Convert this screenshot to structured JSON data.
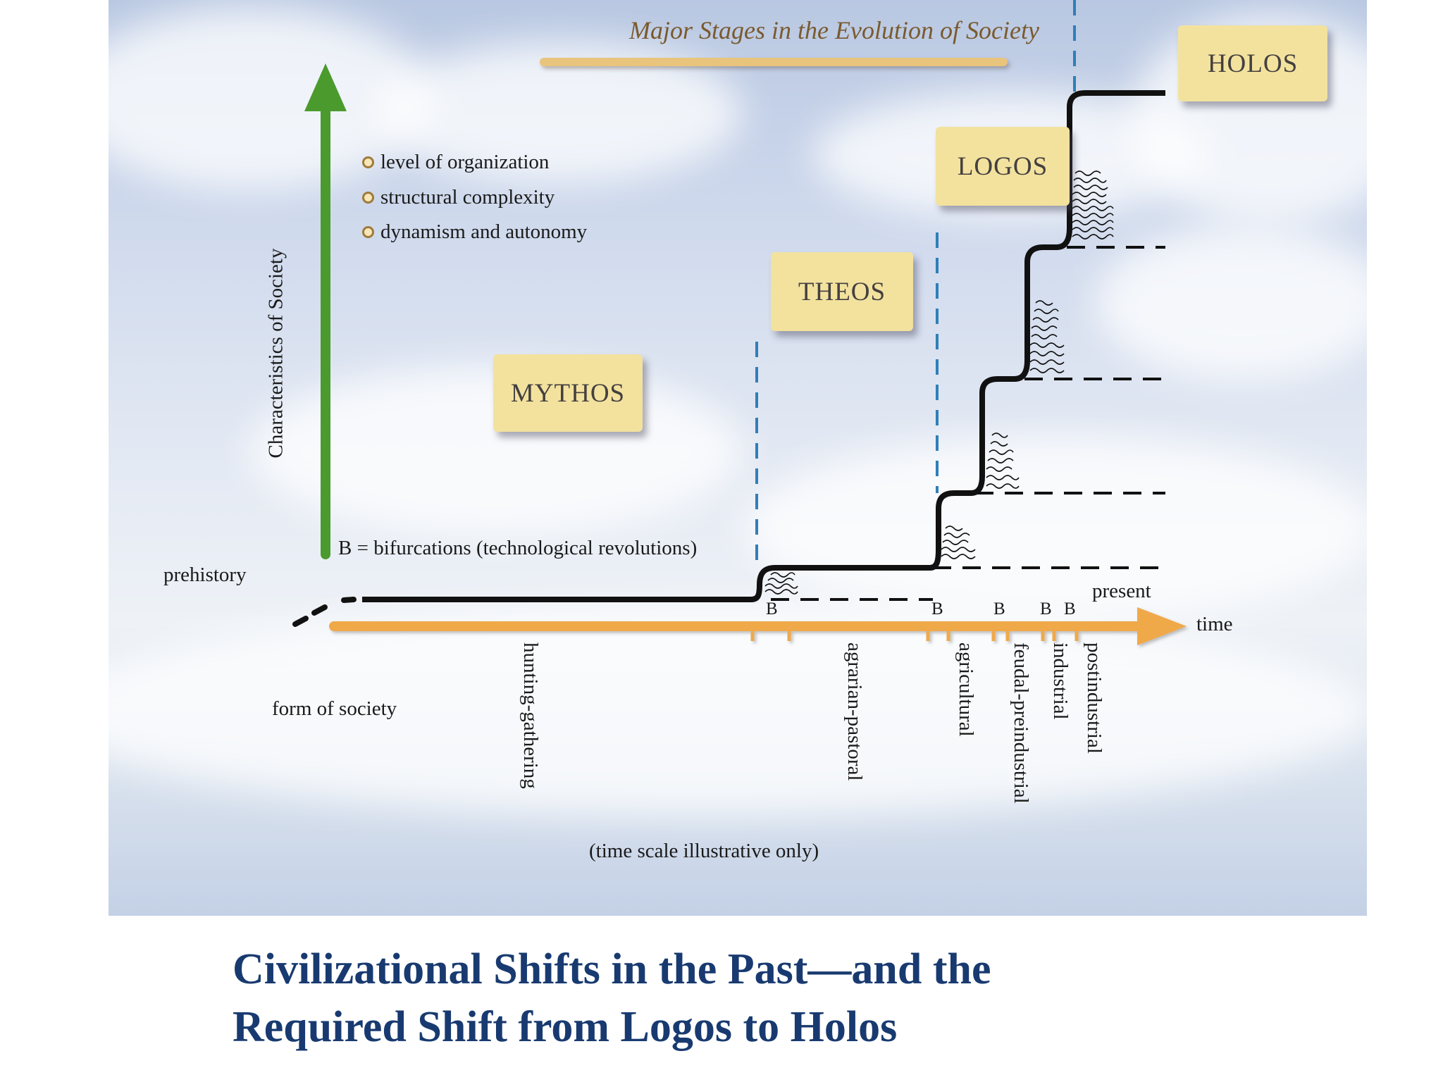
{
  "diagram": {
    "title": "Major Stages in the Evolution of Society",
    "stages": [
      "MYTHOS",
      "THEOS",
      "LOGOS",
      "HOLOS"
    ],
    "y_axis_label": "Characteristics of Society",
    "characteristics": [
      "level of organization",
      "structural complexity",
      "dynamism and autonomy"
    ],
    "bifurcation_note": "B = bifurcations (technological revolutions)",
    "bifurcation_marker": "B",
    "labels": {
      "prehistory": "prehistory",
      "present": "present",
      "time": "time",
      "form_of_society": "form of society",
      "time_scale_note": "(time scale illustrative only)"
    },
    "forms_of_society": [
      "hunting-gathering",
      "agrarian-pastoral",
      "agricultural",
      "feudal-preindustrial",
      "industrial",
      "postindustrial"
    ]
  },
  "caption": {
    "line1": "Civilizational Shifts in the Past—and the",
    "line2": "Required Shift from Logos to Holos"
  },
  "colors": {
    "caption_text": "#183a70",
    "stage_box": "#f3e29e",
    "up_arrow": "#4b9a2e",
    "time_arrow": "#f0a94a",
    "dashed_separator": "#2f7fb8"
  }
}
